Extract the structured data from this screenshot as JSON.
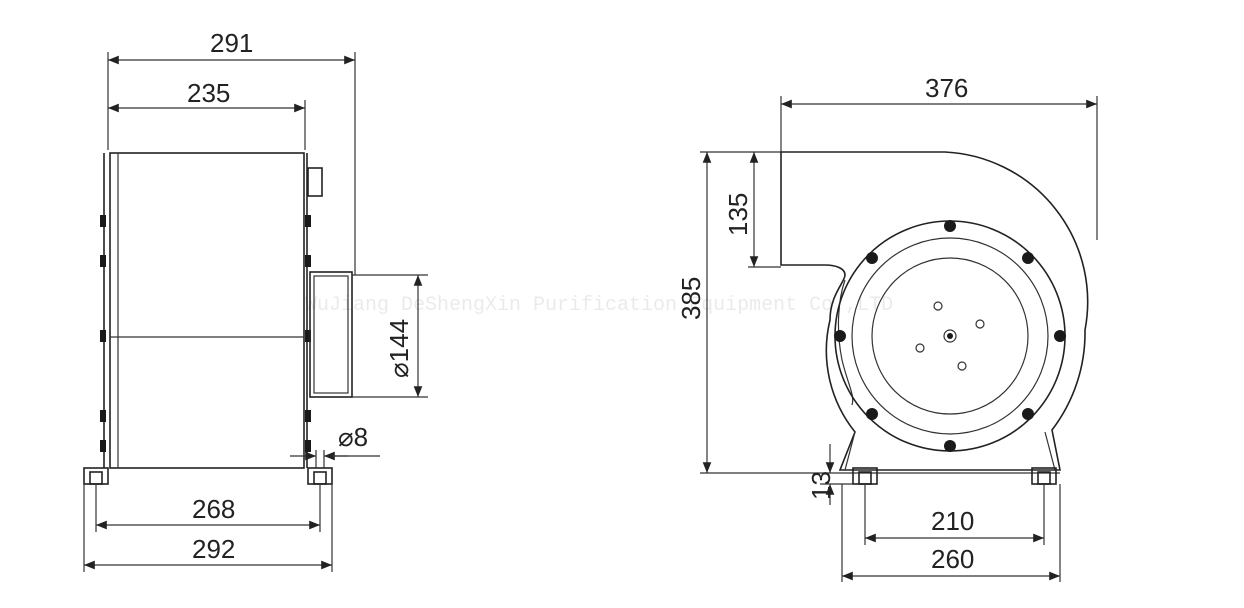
{
  "side_view": {
    "dim_overall_width": "291",
    "dim_housing_width": "235",
    "dim_motor_diameter": "⌀144",
    "dim_hole_diameter": "⌀8",
    "dim_mount_inner": "268",
    "dim_mount_outer": "292"
  },
  "front_view": {
    "dim_overall_width": "376",
    "dim_outlet_height": "135",
    "dim_overall_height": "385",
    "dim_foot_height": "13",
    "dim_foot_inner": "210",
    "dim_foot_outer": "260"
  },
  "watermark": "WuJiang DeShengXin Purification Equipment Co.,LTD",
  "colors": {
    "line": "#222222",
    "background": "#ffffff"
  }
}
